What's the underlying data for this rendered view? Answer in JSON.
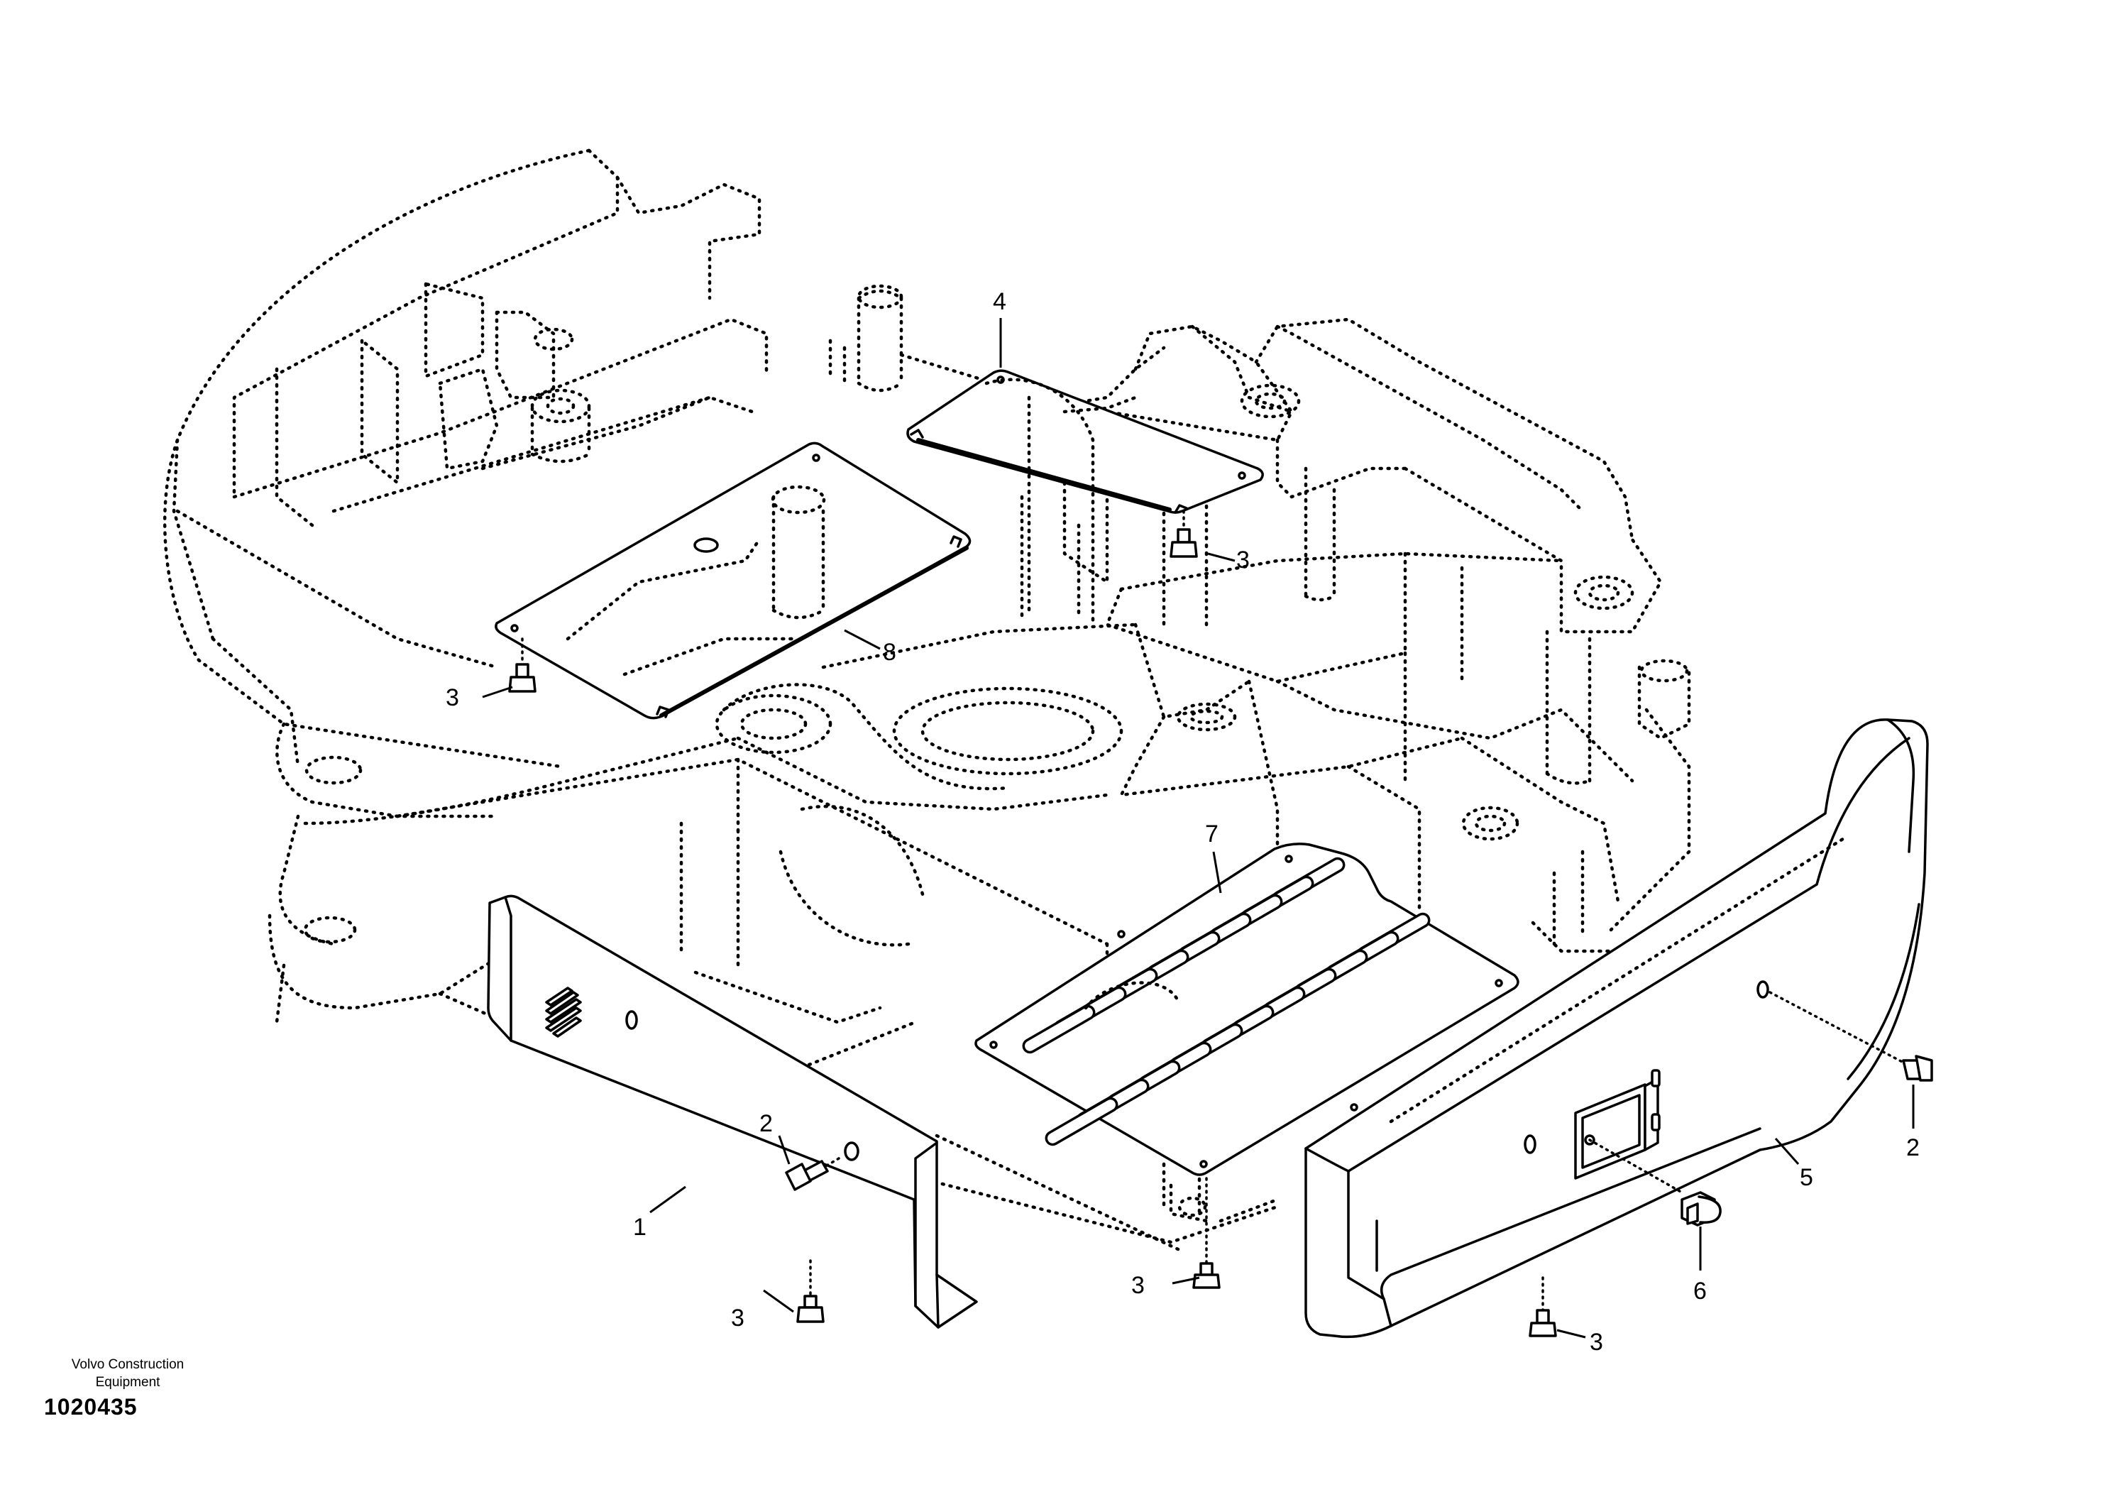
{
  "callouts": {
    "c1": "1",
    "c2a": "2",
    "c2b": "2",
    "c3a": "3",
    "c3b": "3",
    "c3c": "3",
    "c3d": "3",
    "c3e": "3",
    "c4": "4",
    "c5": "5",
    "c6": "6",
    "c7": "7",
    "c8": "8"
  },
  "footer": {
    "maker_line1": "Volvo Construction",
    "maker_line2": "Equipment",
    "doc_number": "1020435"
  }
}
